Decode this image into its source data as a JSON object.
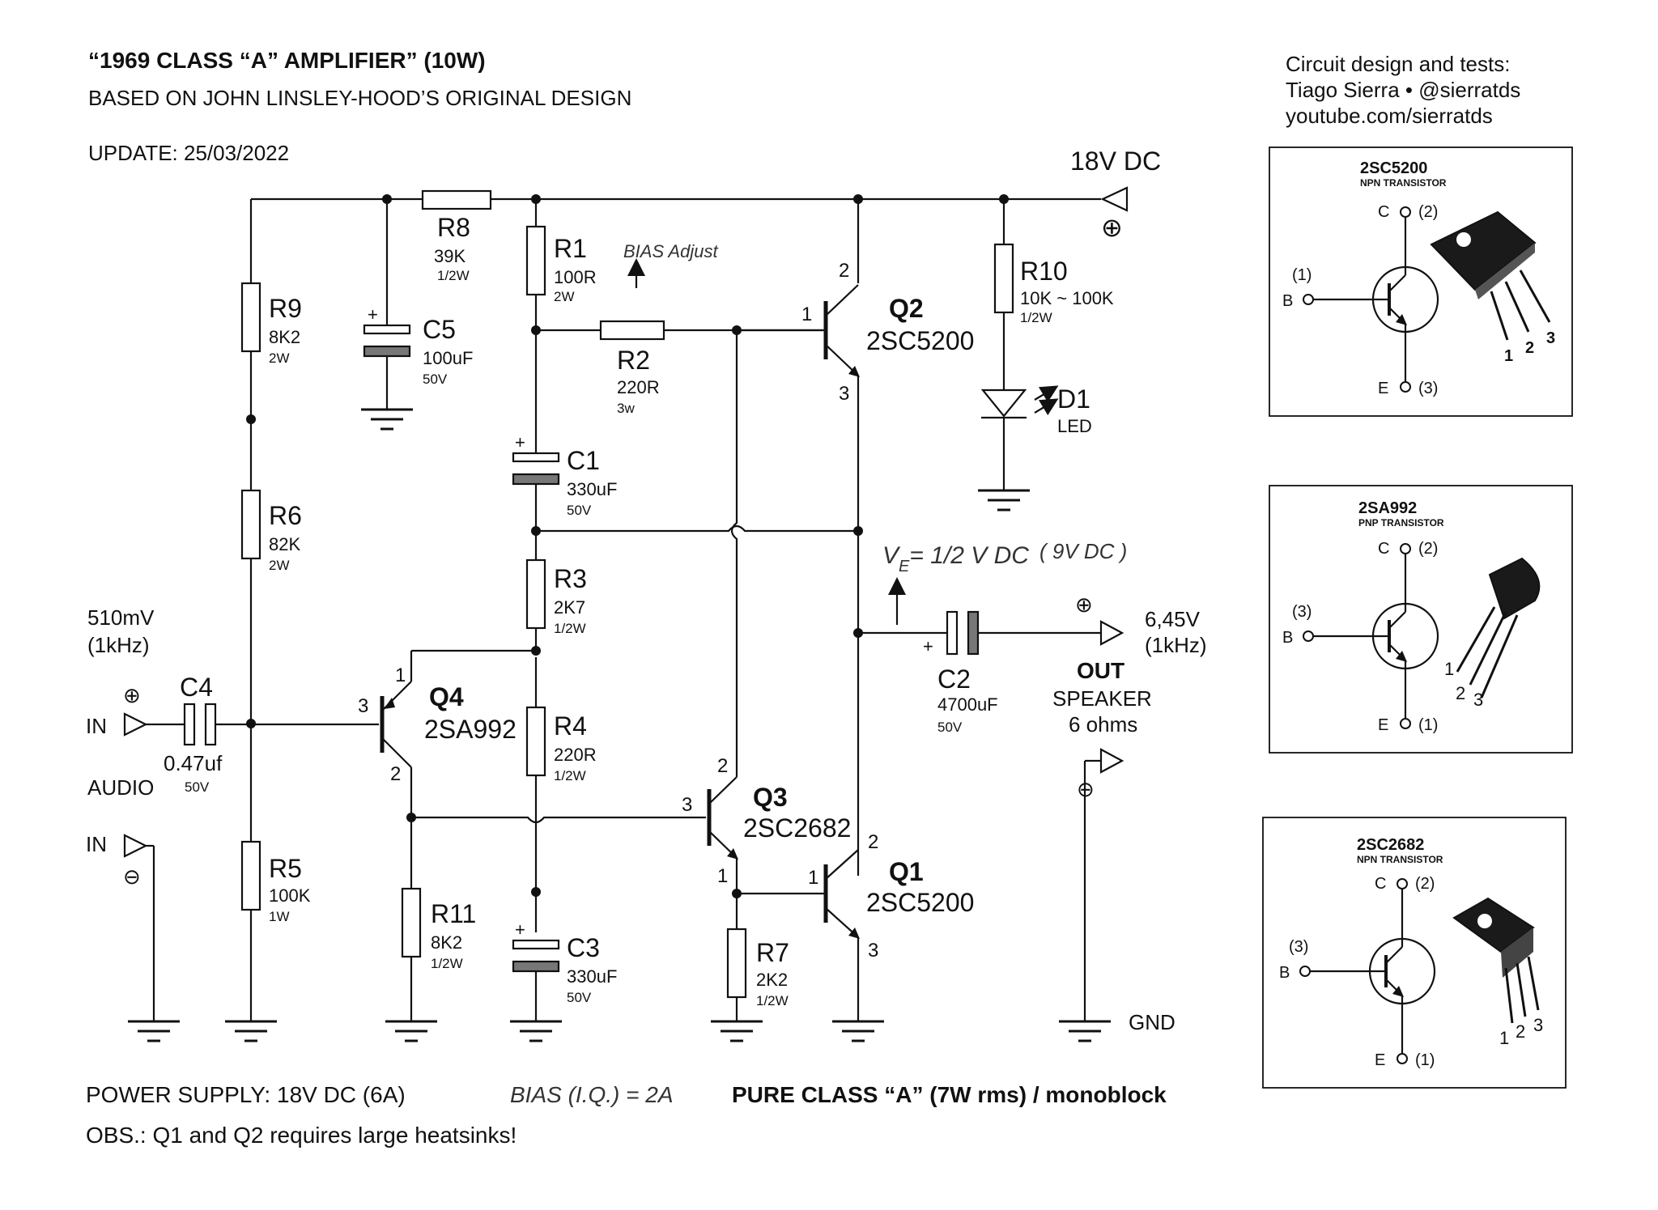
{
  "header": {
    "title": "“1969 CLASS “A” AMPLIFIER” (10W)",
    "subtitle": "BASED ON JOHN LINSLEY-HOOD’S ORIGINAL DESIGN",
    "update": "UPDATE: 25/03/2022"
  },
  "credits": {
    "line1": "Circuit design and tests:",
    "line2": "Tiago Sierra • @sierratds",
    "line3": "youtube.com/sierratds"
  },
  "supply": {
    "label": "18V DC",
    "plus": "⊕"
  },
  "components": {
    "R8": {
      "ref": "R8",
      "value": "39K",
      "rating": "1/2W"
    },
    "R1": {
      "ref": "R1",
      "value": "100R",
      "rating": "2W"
    },
    "R9": {
      "ref": "R9",
      "value": "8K2",
      "rating": "2W"
    },
    "R6": {
      "ref": "R6",
      "value": "82K",
      "rating": "2W"
    },
    "R5": {
      "ref": "R5",
      "value": "100K",
      "rating": "1W"
    },
    "R2": {
      "ref": "R2",
      "value": "220R",
      "rating": "3w"
    },
    "R3": {
      "ref": "R3",
      "value": "2K7",
      "rating": "1/2W"
    },
    "R4": {
      "ref": "R4",
      "value": "220R",
      "rating": "1/2W"
    },
    "R11": {
      "ref": "R11",
      "value": "8K2",
      "rating": "1/2W"
    },
    "R7": {
      "ref": "R7",
      "value": "2K2",
      "rating": "1/2W"
    },
    "R10": {
      "ref": "R10",
      "value": "10K ~ 100K",
      "rating": "1/2W"
    },
    "C5": {
      "ref": "C5",
      "value": "100uF",
      "rating": "50V"
    },
    "C1": {
      "ref": "C1",
      "value": "330uF",
      "rating": "50V"
    },
    "C3": {
      "ref": "C3",
      "value": "330uF",
      "rating": "50V"
    },
    "C4": {
      "ref": "C4",
      "value": "0.47uf",
      "rating": "50V"
    },
    "C2": {
      "ref": "C2",
      "value": "4700uF",
      "rating": "50V"
    },
    "D1": {
      "ref": "D1",
      "value": "LED"
    },
    "Q1": {
      "ref": "Q1",
      "part": "2SC5200"
    },
    "Q2": {
      "ref": "Q2",
      "part": "2SC5200"
    },
    "Q3": {
      "ref": "Q3",
      "part": "2SC2682"
    },
    "Q4": {
      "ref": "Q4",
      "part": "2SA992"
    }
  },
  "pins": {
    "p1": "1",
    "p2": "2",
    "p3": "3"
  },
  "annotations": {
    "bias_adjust": "BIAS Adjust",
    "ve_main": "V",
    "ve_sub": "E",
    "ve_rest": "= 1/2 V DC",
    "ve_hand": "( 9V DC )",
    "plus_mark": "+"
  },
  "input": {
    "signal": "510mV",
    "freq": "(1kHz)",
    "in_label": "IN",
    "audio": "AUDIO",
    "plus": "⊕",
    "minus": "⊖"
  },
  "output": {
    "signal": "6,45V",
    "freq": "(1kHz)",
    "out": "OUT",
    "speaker": "SPEAKER",
    "ohms": "6 ohms",
    "gnd": "GND",
    "plus": "⊕",
    "minus": "⊖"
  },
  "footer": {
    "power": "POWER SUPPLY: 18V DC (6A)",
    "bias": "BIAS (I.Q.) = 2A",
    "pure": "PURE CLASS “A” (7W rms) / monoblock",
    "obs": "OBS.: Q1 and Q2 requires large heatsinks!"
  },
  "pinouts": [
    {
      "title": "2SC5200",
      "type": "NPN TRANSISTOR",
      "c": "C",
      "c_pin": "(2)",
      "b": "B",
      "b_pin": "(1)",
      "e": "E",
      "e_pin": "(3)",
      "legs": [
        "1",
        "2",
        "3"
      ]
    },
    {
      "title": "2SA992",
      "type": "PNP TRANSISTOR",
      "c": "C",
      "c_pin": "(2)",
      "b": "B",
      "b_pin": "(3)",
      "e": "E",
      "e_pin": "(1)",
      "legs": [
        "1",
        "2",
        "3"
      ]
    },
    {
      "title": "2SC2682",
      "type": "NPN TRANSISTOR",
      "c": "C",
      "c_pin": "(2)",
      "b": "B",
      "b_pin": "(3)",
      "e": "E",
      "e_pin": "(1)",
      "legs": [
        "1",
        "2",
        "3"
      ]
    }
  ]
}
